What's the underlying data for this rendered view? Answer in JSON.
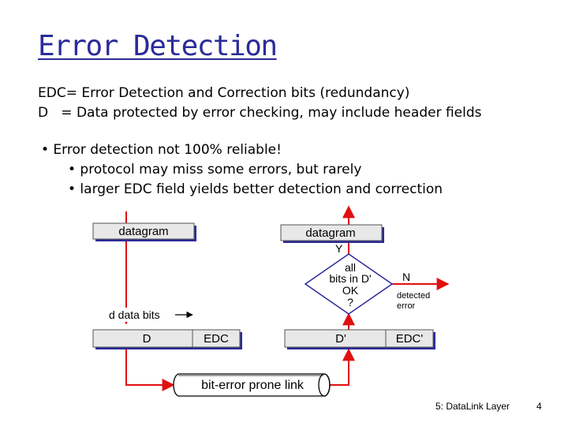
{
  "slide": {
    "title": "Error Detection",
    "definitions": [
      "EDC= Error Detection and Correction bits (redundancy)",
      "D   = Data protected by error checking, may include header fields"
    ],
    "bullets": [
      "• Error detection not 100% reliable!",
      "• protocol may miss some errors, but rarely",
      "• larger EDC field yields better detection and correction"
    ],
    "footer_left": "5: DataLink Layer",
    "footer_page": "4"
  },
  "diagram": {
    "sender_datagram": "datagram",
    "receiver_datagram": "datagram",
    "d_data_bits": "d data bits",
    "sender_d": "D",
    "sender_edc": "EDC",
    "receiver_d": "D'",
    "receiver_edc": "EDC'",
    "link_label": "bit-error prone link",
    "decision_line1": "all",
    "decision_line2": "bits in D'",
    "decision_line3": "OK",
    "decision_line4": "?",
    "yes_label": "Y",
    "no_label": "N",
    "detected_line1": "detected",
    "detected_line2": "error",
    "colors": {
      "arrow": "#e01010",
      "box_fill": "#e8e8e8",
      "box_stroke": "#2b2b9a"
    }
  }
}
